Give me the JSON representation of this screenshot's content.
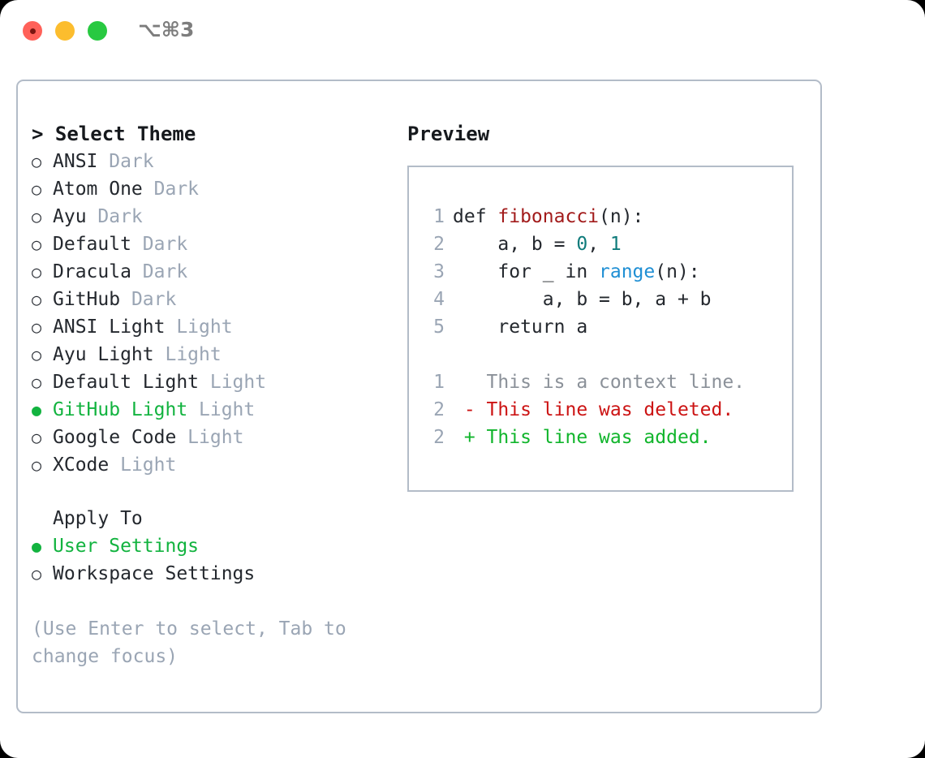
{
  "titlebar": {
    "traffic_lights": [
      "close",
      "minimize",
      "maximize"
    ],
    "shortcut": "⌥⌘3"
  },
  "theme_list": {
    "header_prompt": "> ",
    "header": "Select Theme",
    "items": [
      {
        "bullet": "○",
        "label": "ANSI",
        "tag": " Dark",
        "selected": false
      },
      {
        "bullet": "○",
        "label": "Atom One",
        "tag": " Dark",
        "selected": false
      },
      {
        "bullet": "○",
        "label": "Ayu",
        "tag": " Dark",
        "selected": false
      },
      {
        "bullet": "○",
        "label": "Default",
        "tag": " Dark",
        "selected": false
      },
      {
        "bullet": "○",
        "label": "Dracula",
        "tag": " Dark",
        "selected": false
      },
      {
        "bullet": "○",
        "label": "GitHub",
        "tag": " Dark",
        "selected": false
      },
      {
        "bullet": "○",
        "label": "ANSI Light",
        "tag": " Light",
        "selected": false
      },
      {
        "bullet": "○",
        "label": "Ayu Light",
        "tag": " Light",
        "selected": false
      },
      {
        "bullet": "○",
        "label": "Default Light",
        "tag": " Light",
        "selected": false
      },
      {
        "bullet": "●",
        "label": "GitHub Light",
        "tag": " Light",
        "selected": true
      },
      {
        "bullet": "○",
        "label": "Google Code",
        "tag": " Light",
        "selected": false
      },
      {
        "bullet": "○",
        "label": "XCode",
        "tag": " Light",
        "selected": false
      }
    ]
  },
  "apply_to": {
    "header": "Apply To",
    "items": [
      {
        "bullet": "●",
        "label": "User Settings",
        "selected": true
      },
      {
        "bullet": "○",
        "label": "Workspace Settings",
        "selected": false
      }
    ]
  },
  "hint": "(Use Enter to select, Tab to change focus)",
  "preview": {
    "title": "Preview",
    "code_lines": [
      {
        "no": "1",
        "segments": [
          {
            "text": "def ",
            "style": "plain"
          },
          {
            "text": "fibonacci",
            "style": "func"
          },
          {
            "text": "(n):",
            "style": "plain"
          }
        ]
      },
      {
        "no": "2",
        "segments": [
          {
            "text": "    a, b = ",
            "style": "plain"
          },
          {
            "text": "0",
            "style": "num"
          },
          {
            "text": ", ",
            "style": "plain"
          },
          {
            "text": "1",
            "style": "num"
          }
        ]
      },
      {
        "no": "3",
        "segments": [
          {
            "text": "    for _ in ",
            "style": "plain"
          },
          {
            "text": "range",
            "style": "call"
          },
          {
            "text": "(n):",
            "style": "plain"
          }
        ]
      },
      {
        "no": "4",
        "segments": [
          {
            "text": "        a, b = b, a + b",
            "style": "plain"
          }
        ]
      },
      {
        "no": "5",
        "segments": [
          {
            "text": "    return a",
            "style": "plain"
          }
        ]
      }
    ],
    "diff_lines": [
      {
        "no": "1",
        "marker": "  ",
        "text": "This is a context line.",
        "kind": "context"
      },
      {
        "no": "2",
        "marker": "- ",
        "text": "This line was deleted.",
        "kind": "deleted"
      },
      {
        "no": "2",
        "marker": "+ ",
        "text": "This line was added.",
        "kind": "added"
      }
    ]
  },
  "colors": {
    "selected_green": "#12b33f",
    "tag_gray": "#9aa5b4",
    "func_red": "#a21b1b",
    "number_teal": "#0f7b7b",
    "call_blue": "#1f8fd4",
    "diff_add_green": "#11b52c",
    "diff_del_red": "#cc1414",
    "border_gray": "#b3bcc8"
  }
}
